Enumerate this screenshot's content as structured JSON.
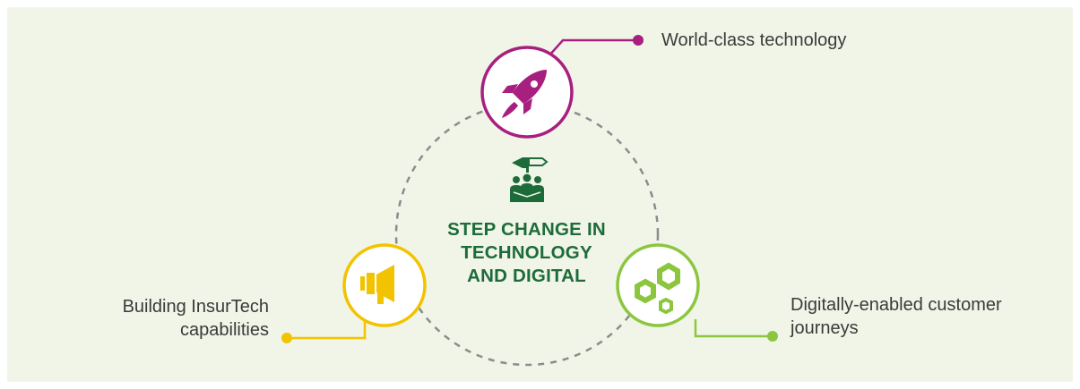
{
  "center": {
    "title_lines": [
      "STEP CHANGE IN",
      "TECHNOLOGY",
      "AND DIGITAL"
    ],
    "icon": "team-direction-sign-icon"
  },
  "nodes": [
    {
      "id": "world-class-technology",
      "label": "World-class technology",
      "icon": "rocket-icon",
      "color": "#a8207f"
    },
    {
      "id": "insurtech",
      "label_lines": [
        "Building InsurTech",
        "capabilities"
      ],
      "icon": "megaphone-icon",
      "color": "#f2c300"
    },
    {
      "id": "customer-journeys",
      "label_lines": [
        "Digitally-enabled customer",
        "journeys"
      ],
      "icon": "hexagons-icon",
      "color": "#8cc63f"
    }
  ],
  "colors": {
    "background": "#f0f5e8",
    "center_text": "#1e6b3a",
    "dashed_ring": "#8c8c8c"
  }
}
